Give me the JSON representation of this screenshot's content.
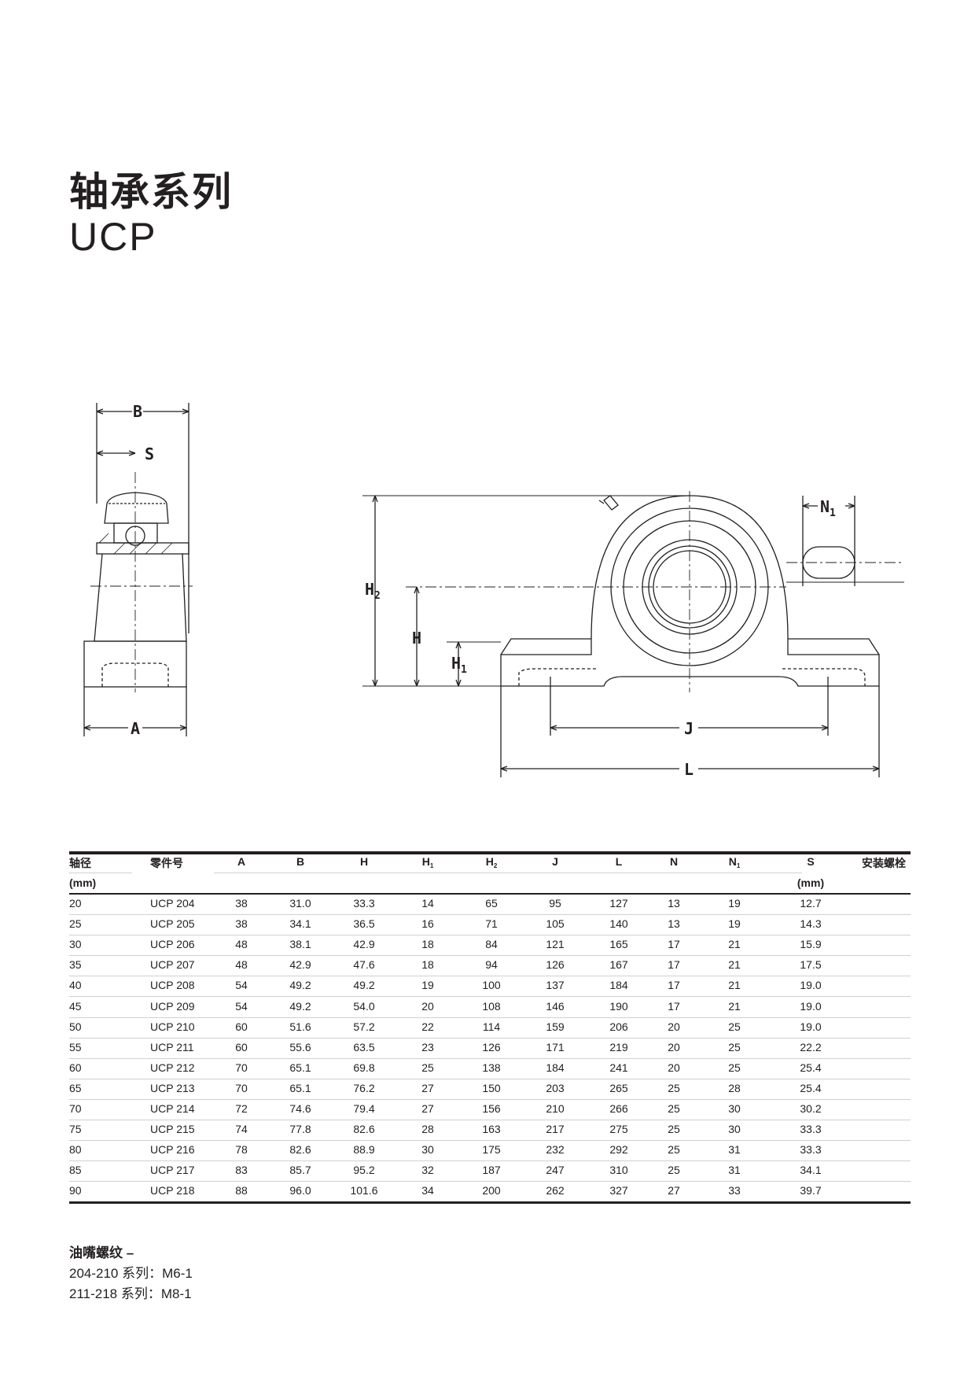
{
  "header": {
    "title_cn": "轴承系列",
    "title_en": "UCP"
  },
  "diagram_labels": {
    "B": "B",
    "S": "S",
    "A": "A",
    "H2": "H",
    "H2_sub": "2",
    "H": "H",
    "H1": "H",
    "H1_sub": "1",
    "J": "J",
    "L": "L",
    "N1": "N",
    "N1_sub": "1"
  },
  "table": {
    "headers": [
      {
        "label": "轴径",
        "sub": ""
      },
      {
        "label": "零件号",
        "sub": ""
      },
      {
        "label": "A",
        "sub": ""
      },
      {
        "label": "B",
        "sub": ""
      },
      {
        "label": "H",
        "sub": ""
      },
      {
        "label": "H",
        "sub": "1"
      },
      {
        "label": "H",
        "sub": "2"
      },
      {
        "label": "J",
        "sub": ""
      },
      {
        "label": "L",
        "sub": ""
      },
      {
        "label": "N",
        "sub": ""
      },
      {
        "label": "N",
        "sub": "1"
      },
      {
        "label": "S",
        "sub": ""
      },
      {
        "label": "安装螺栓",
        "sub": ""
      }
    ],
    "unit_shaft": "(mm)",
    "unit_s": "(mm)",
    "rows": [
      [
        "20",
        "UCP 204",
        "38",
        "31.0",
        "33.3",
        "14",
        "65",
        "95",
        "127",
        "13",
        "19",
        "12.7"
      ],
      [
        "25",
        "UCP 205",
        "38",
        "34.1",
        "36.5",
        "16",
        "71",
        "105",
        "140",
        "13",
        "19",
        "14.3"
      ],
      [
        "30",
        "UCP 206",
        "48",
        "38.1",
        "42.9",
        "18",
        "84",
        "121",
        "165",
        "17",
        "21",
        "15.9"
      ],
      [
        "35",
        "UCP 207",
        "48",
        "42.9",
        "47.6",
        "18",
        "94",
        "126",
        "167",
        "17",
        "21",
        "17.5"
      ],
      [
        "40",
        "UCP 208",
        "54",
        "49.2",
        "49.2",
        "19",
        "100",
        "137",
        "184",
        "17",
        "21",
        "19.0"
      ],
      [
        "45",
        "UCP 209",
        "54",
        "49.2",
        "54.0",
        "20",
        "108",
        "146",
        "190",
        "17",
        "21",
        "19.0"
      ],
      [
        "50",
        "UCP 210",
        "60",
        "51.6",
        "57.2",
        "22",
        "114",
        "159",
        "206",
        "20",
        "25",
        "19.0"
      ],
      [
        "55",
        "UCP 211",
        "60",
        "55.6",
        "63.5",
        "23",
        "126",
        "171",
        "219",
        "20",
        "25",
        "22.2"
      ],
      [
        "60",
        "UCP 212",
        "70",
        "65.1",
        "69.8",
        "25",
        "138",
        "184",
        "241",
        "20",
        "25",
        "25.4"
      ],
      [
        "65",
        "UCP 213",
        "70",
        "65.1",
        "76.2",
        "27",
        "150",
        "203",
        "265",
        "25",
        "28",
        "25.4"
      ],
      [
        "70",
        "UCP 214",
        "72",
        "74.6",
        "79.4",
        "27",
        "156",
        "210",
        "266",
        "25",
        "30",
        "30.2"
      ],
      [
        "75",
        "UCP 215",
        "74",
        "77.8",
        "82.6",
        "28",
        "163",
        "217",
        "275",
        "25",
        "30",
        "33.3"
      ],
      [
        "80",
        "UCP 216",
        "78",
        "82.6",
        "88.9",
        "30",
        "175",
        "232",
        "292",
        "25",
        "31",
        "33.3"
      ],
      [
        "85",
        "UCP 217",
        "83",
        "85.7",
        "95.2",
        "32",
        "187",
        "247",
        "310",
        "25",
        "31",
        "34.1"
      ],
      [
        "90",
        "UCP 218",
        "88",
        "96.0",
        "101.6",
        "34",
        "200",
        "262",
        "327",
        "27",
        "33",
        "39.7"
      ]
    ]
  },
  "notes": {
    "heading": "油嘴螺纹 –",
    "lines": [
      "204-210 系列：M6-1",
      "211-218 系列：M8-1"
    ]
  }
}
